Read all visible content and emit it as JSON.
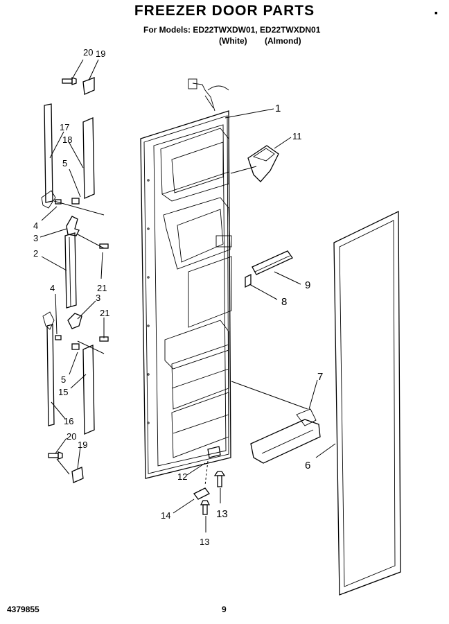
{
  "header": {
    "title": "FREEZER DOOR PARTS",
    "models_line": "For Models: ED22TWXDW01, ED22TWXDN01",
    "variant_white": "(White)",
    "variant_almond": "(Almond)"
  },
  "footer": {
    "doc_number": "4379855",
    "page_number": "9"
  },
  "callouts": {
    "c1": "1",
    "c2": "2",
    "c3a": "3",
    "c3b": "3",
    "c4a": "4",
    "c4b": "4",
    "c5a": "5",
    "c5b": "5",
    "c6": "6",
    "c7": "7",
    "c8": "8",
    "c9": "9",
    "c11": "11",
    "c12": "12",
    "c13a": "13",
    "c13b": "13",
    "c14": "14",
    "c15": "15",
    "c16": "16",
    "c17": "17",
    "c18": "18",
    "c19a": "19",
    "c19b": "19",
    "c20a": "20",
    "c20b": "20",
    "c21a": "21",
    "c21b": "21"
  }
}
